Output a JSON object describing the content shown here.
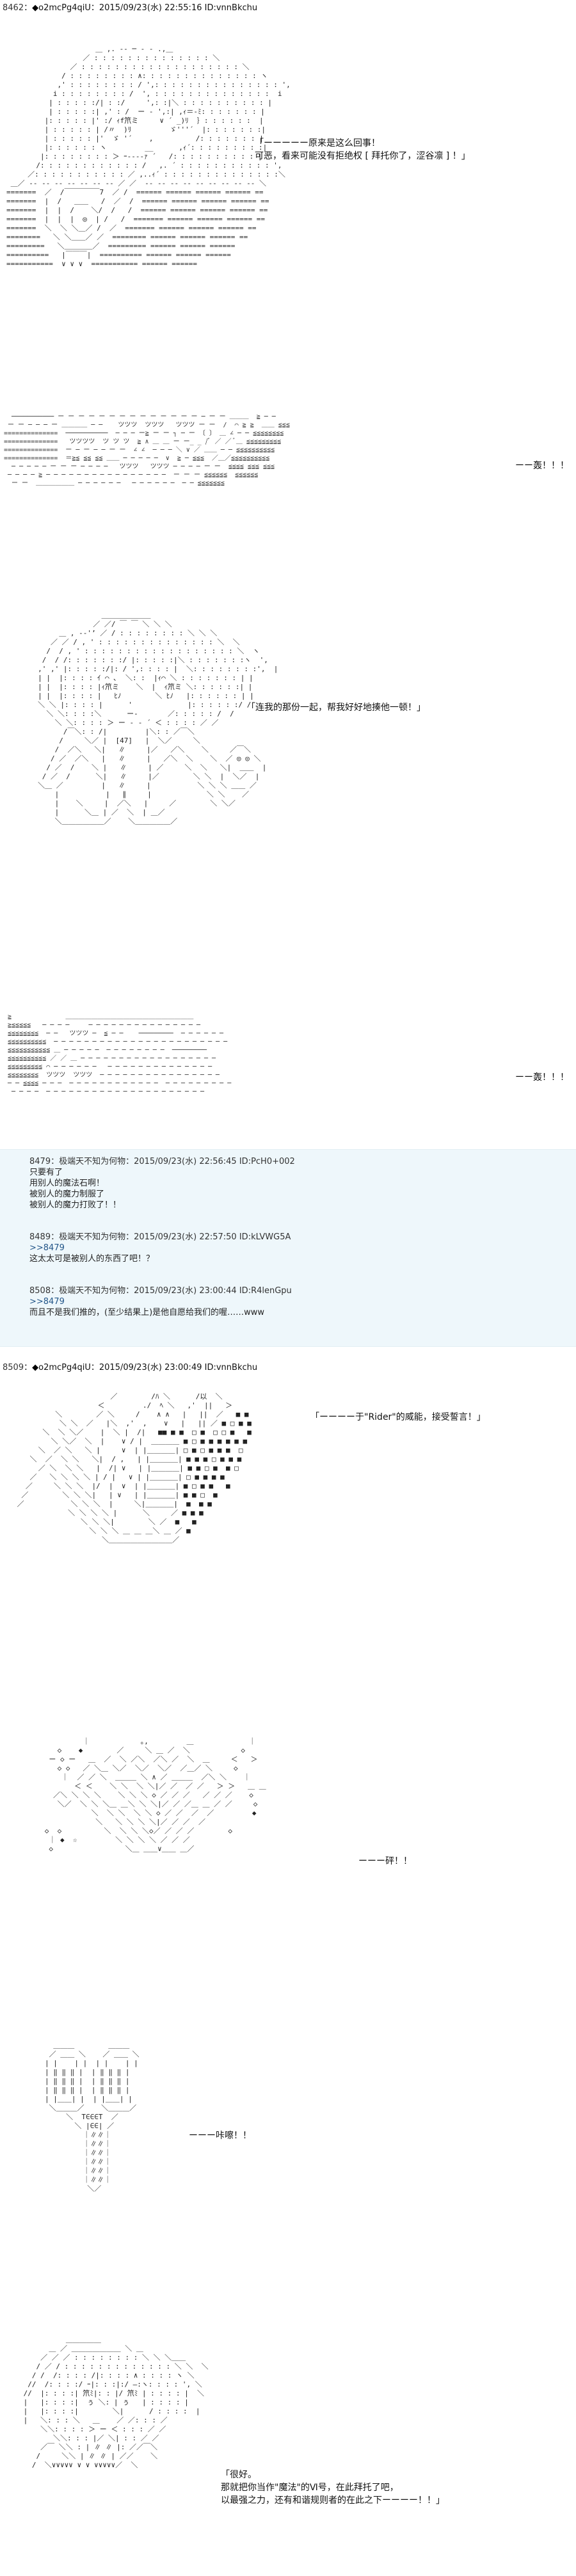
{
  "posts": [
    {
      "header": {
        "number": "8462",
        "separator": "：",
        "marker": "◆",
        "trip": "o2mcPg4qiU",
        "datetime": "：2015/09/23(水) 22:55:16",
        "id": "ID:vnnBkchu"
      },
      "speech_1": "「ーーーーー原来是这么回事！\n　　可恶，看来可能没有拒绝权\n　　　　　　　　　　　　　　　　　　　　　[拜托你了，涩谷凛] ！」",
      "speech_1_lines": [
        "「ーーーーー原来是这么回事！",
        "可恶，看来可能没有拒绝权 [ 拜托你了，涩谷凛 ] ！」"
      ],
      "shout_1": "ーー轰！！！",
      "speech_2": "「连我的那份一起，帮我好好地揍他一顿！」",
      "shout_2": "ーー轰！！！"
    },
    {
      "header": {
        "number": "8509",
        "separator": "：",
        "marker": "◆",
        "trip": "o2mcPg4qiU",
        "datetime": "：2015/09/23(水) 23:00:49",
        "id": "ID:vnnBkchu"
      },
      "speech_1": "「ーーーー于\"Rider\"的威能，接受誓言！」",
      "shout_1": "ーーー砰！！",
      "shout_2": "ーーー咔嚓！！",
      "speech_2_lines": [
        "「很好。",
        "那就把你当作\"魔法\"的Ⅵ号，在此拜托了吧，",
        "以最强之力，还有和谐规则者的在此之下ーーーー！！」"
      ]
    }
  ],
  "comments": [
    {
      "number": "8479",
      "author": "：极端天不知为何物：",
      "datetime": "2015/09/23(水) 22:56:45",
      "id": "ID:PcH0+002",
      "lines": [
        "只要有了",
        "用别人的魔法石啊！",
        "被别人的魔力制服了",
        "被别人的魔力打败了！！"
      ]
    },
    {
      "number": "8489",
      "author": "：极端天不知为何物：",
      "datetime": "2015/09/23(水) 22:57:50",
      "id": "ID:kLVWG5A",
      "reply": ">>8479",
      "lines": [
        "这太太可是被别人的东西了吧！？"
      ]
    },
    {
      "number": "8508",
      "author": "：极端天不知为何物：",
      "datetime": "2015/09/23(水) 23:00:44",
      "id": "ID:R4lenGpu",
      "reply": ">>8479",
      "lines": [
        "而且不是我们推的，(至少结果上)是他自愿给我们的喔……www"
      ]
    }
  ],
  "colors": {
    "background": "#ffffff",
    "comment_panel": "#eef7fb",
    "text": "#111111",
    "reply_link": "#225588"
  }
}
